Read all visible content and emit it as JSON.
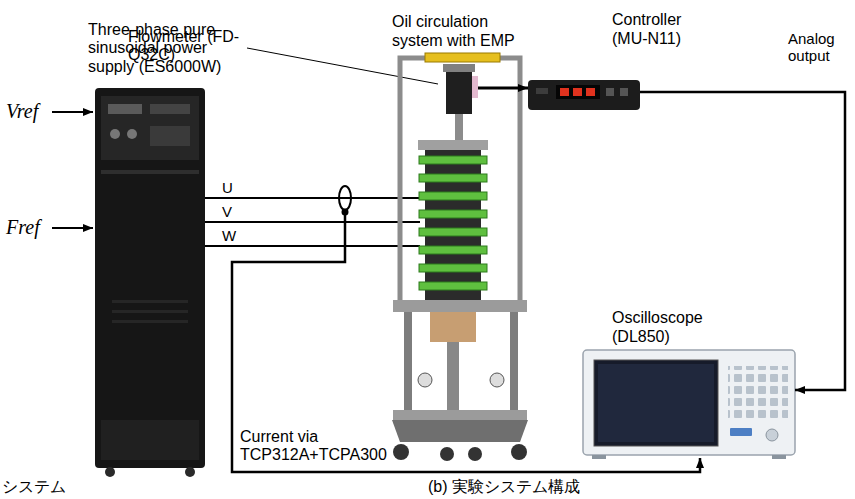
{
  "diagram": {
    "caption": "(b) 実験システム構成",
    "nodes": [
      {
        "text": [
          "Three-phase pure sinusoidal power supply (ES6000W)"
        ]
      },
      {
        "text": [
          "Oil circulation system with EMP"
        ]
      },
      {
        "text": [
          "Flowmeter (FD-Q32C)"
        ],
        "in": 1
      },
      {
        "text": [
          "Controller (MU-N11)"
        ]
      },
      {
        "text": [
          "Oscilloscope (DL850)"
        ]
      }
    ],
    "edges": [
      {
        "from": 0,
        "to": 1,
        "arrow": "none",
        "label": "U"
      },
      {
        "from": 0,
        "to": 1,
        "arrow": "none",
        "label": "V"
      },
      {
        "from": 0,
        "to": 1,
        "arrow": "none",
        "label": "W"
      },
      {
        "from": 2,
        "to": 3,
        "arrow": "to"
      },
      {
        "from": 3,
        "to": 4,
        "arrow": "to",
        "label": "Analog output"
      }
    ],
    "labels": [
      "Vref",
      "Fref",
      "Current via TCP312A+TCPA300",
      "システム"
    ]
  }
}
